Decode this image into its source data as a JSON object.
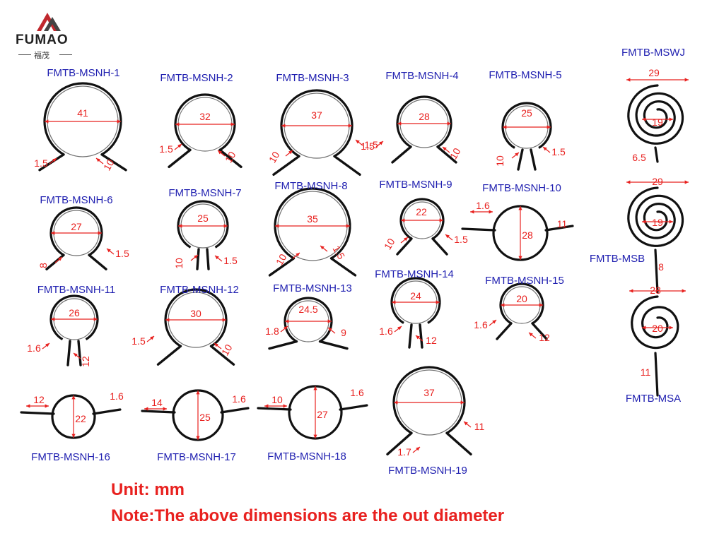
{
  "brand": {
    "name": "FUMAO",
    "name_cn": "福茂"
  },
  "springs": [
    {
      "model": "FMTB-MSNH-1",
      "dims": [
        "41",
        "1.5",
        "10"
      ]
    },
    {
      "model": "FMTB-MSNH-2",
      "dims": [
        "32",
        "1.5",
        "10"
      ]
    },
    {
      "model": "FMTB-MSNH-3",
      "dims": [
        "37",
        "10",
        "1.5"
      ]
    },
    {
      "model": "FMTB-MSNH-4",
      "dims": [
        "28",
        "1.5",
        "10"
      ]
    },
    {
      "model": "FMTB-MSNH-5",
      "dims": [
        "25",
        "10",
        "1.5"
      ]
    },
    {
      "model": "FMTB-MSNH-6",
      "dims": [
        "27",
        "8",
        "1.5"
      ]
    },
    {
      "model": "FMTB-MSNH-7",
      "dims": [
        "25",
        "10",
        "1.5"
      ]
    },
    {
      "model": "FMTB-MSNH-8",
      "dims": [
        "35",
        "10",
        "1.5"
      ]
    },
    {
      "model": "FMTB-MSNH-9",
      "dims": [
        "22",
        "10",
        "1.5"
      ]
    },
    {
      "model": "FMTB-MSNH-10",
      "dims": [
        "28",
        "1.6",
        "11"
      ]
    },
    {
      "model": "FMTB-MSNH-11",
      "dims": [
        "26",
        "1.6",
        "12"
      ]
    },
    {
      "model": "FMTB-MSNH-12",
      "dims": [
        "30",
        "1.5",
        "10"
      ]
    },
    {
      "model": "FMTB-MSNH-13",
      "dims": [
        "24.5",
        "1.8",
        "9"
      ]
    },
    {
      "model": "FMTB-MSNH-14",
      "dims": [
        "24",
        "1.6",
        "12"
      ]
    },
    {
      "model": "FMTB-MSNH-15",
      "dims": [
        "20",
        "1.6",
        "12"
      ]
    },
    {
      "model": "FMTB-MSNH-16",
      "dims": [
        "22",
        "12",
        "1.6"
      ]
    },
    {
      "model": "FMTB-MSNH-17",
      "dims": [
        "25",
        "14",
        "1.6"
      ]
    },
    {
      "model": "FMTB-MSNH-18",
      "dims": [
        "27",
        "10",
        "1.6"
      ]
    },
    {
      "model": "FMTB-MSNH-19",
      "dims": [
        "37",
        "1.7",
        "11"
      ]
    },
    {
      "model": "FMTB-MSWJ",
      "dims": [
        "29",
        "19",
        "6.5"
      ]
    },
    {
      "model": "FMTB-MSB",
      "dims": [
        "29",
        "19",
        "8"
      ]
    },
    {
      "model": "FMTB-MSA",
      "dims": [
        "28",
        "20",
        "11"
      ]
    }
  ],
  "footer": {
    "unit": "Unit: mm",
    "note": "Note:The above dimensions are the out diameter"
  },
  "colors": {
    "label": "#1f1fb0",
    "dimension": "#e8211f",
    "wire": "#111111"
  }
}
